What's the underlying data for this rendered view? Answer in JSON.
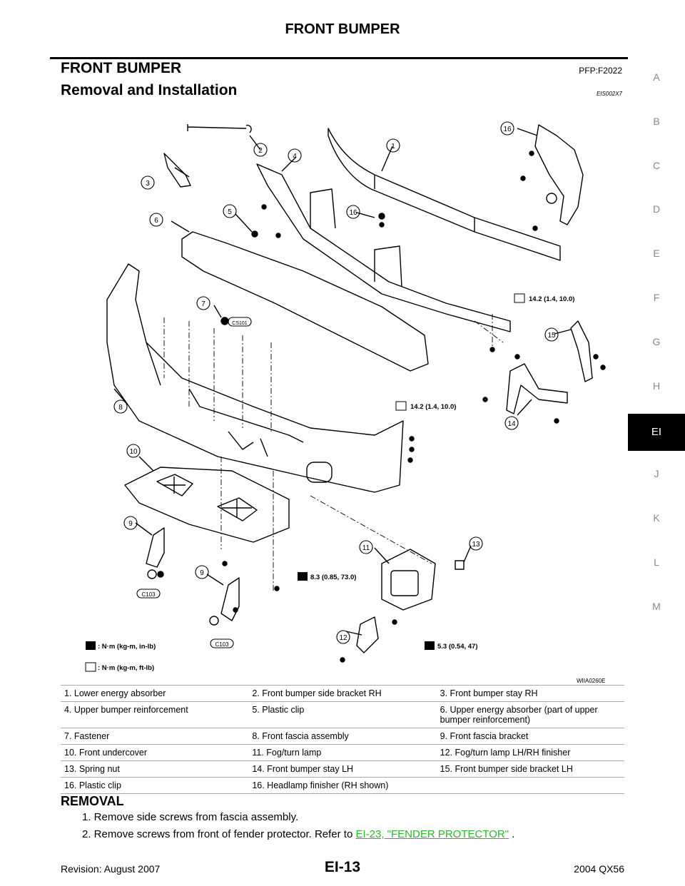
{
  "header": {
    "title": "FRONT BUMPER"
  },
  "section": {
    "title": "FRONT BUMPER",
    "code": "PFP:F2022"
  },
  "subsection": {
    "title": "Removal and Installation",
    "code": "EIS002X7"
  },
  "side_index": {
    "letters": [
      "A",
      "B",
      "C",
      "D",
      "E",
      "F",
      "G",
      "H",
      "EI",
      "J",
      "K",
      "L",
      "M"
    ],
    "active": "EI"
  },
  "diagram": {
    "figure_code": "WIIA0260E",
    "callouts": [
      "1",
      "2",
      "3",
      "4",
      "5",
      "6",
      "7",
      "8",
      "9",
      "9",
      "10",
      "11",
      "12",
      "13",
      "14",
      "15",
      "16",
      "16"
    ],
    "torques": [
      "14.2 (1.4, 10.0)",
      "14.2 (1.4, 10.0)",
      "8.3 (0.85, 73.0)",
      "5.3 (0.54, 47)"
    ],
    "connectors": [
      "CS101",
      "C103",
      "C103"
    ],
    "legend": [
      ": N·m (kg-m, in-lb)",
      ": N·m (kg-m, ft-lb)"
    ]
  },
  "parts_legend": [
    [
      "1. Lower energy absorber",
      "2. Front bumper side bracket RH",
      "3. Front bumper stay RH"
    ],
    [
      "4. Upper bumper reinforcement",
      "5. Plastic clip",
      "6. Upper energy absorber (part of upper bumper reinforcement)"
    ],
    [
      "7. Fastener",
      "8. Front fascia assembly",
      "9. Front fascia bracket"
    ],
    [
      "10. Front undercover",
      "11. Fog/turn lamp",
      "12. Fog/turn lamp LH/RH finisher"
    ],
    [
      "13. Spring nut",
      "14. Front bumper stay LH",
      "15. Front bumper side bracket LH"
    ],
    [
      "16. Plastic clip",
      "16. Headlamp finisher (RH shown)",
      ""
    ]
  ],
  "removal": {
    "heading": "REMOVAL",
    "step1": "1.  Remove side screws from fascia assembly.",
    "step2": "2.  Remove screws from front of fender protector. Refer to",
    "step2_link": "EI-23, \"FENDER PROTECTOR\"",
    "step2_end": " ."
  },
  "footer": {
    "revision": "Revision: August 2007",
    "page": "EI-13",
    "model": "2004 QX56"
  }
}
